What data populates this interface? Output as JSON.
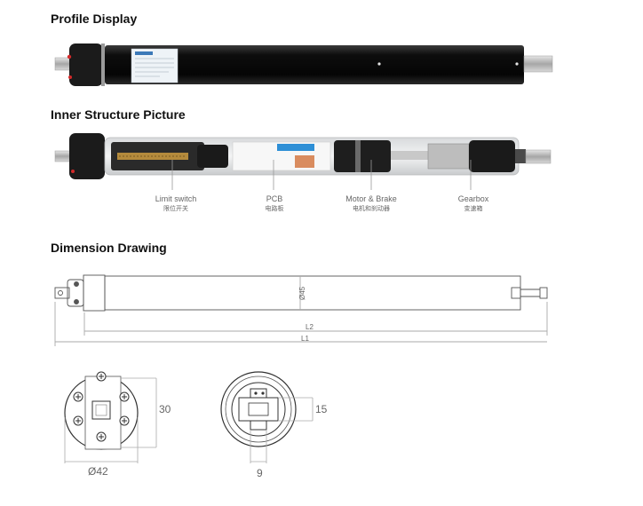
{
  "sections": {
    "profile_title": "Profile Display",
    "inner_title": "Inner Structure Picture",
    "dimension_title": "Dimension Drawing"
  },
  "inner_parts": [
    {
      "en": "Limit switch",
      "cn": "限位开关"
    },
    {
      "en": "PCB",
      "cn": "电路板"
    },
    {
      "en": "Motor & Brake",
      "cn": "电机和刹动器"
    },
    {
      "en": "Gearbox",
      "cn": "变速箱"
    }
  ],
  "dimensions": {
    "diameter_label": "Ø45",
    "l2": "L2",
    "l1": "L1",
    "head_height": "30",
    "head_diameter": "Ø42",
    "crown_height": "15",
    "crown_width": "9"
  },
  "colors": {
    "tube": "#0b0b0b",
    "label_bg": "#eef3f7",
    "pcb": "#2e8fd6",
    "copper": "#d98c5f"
  }
}
